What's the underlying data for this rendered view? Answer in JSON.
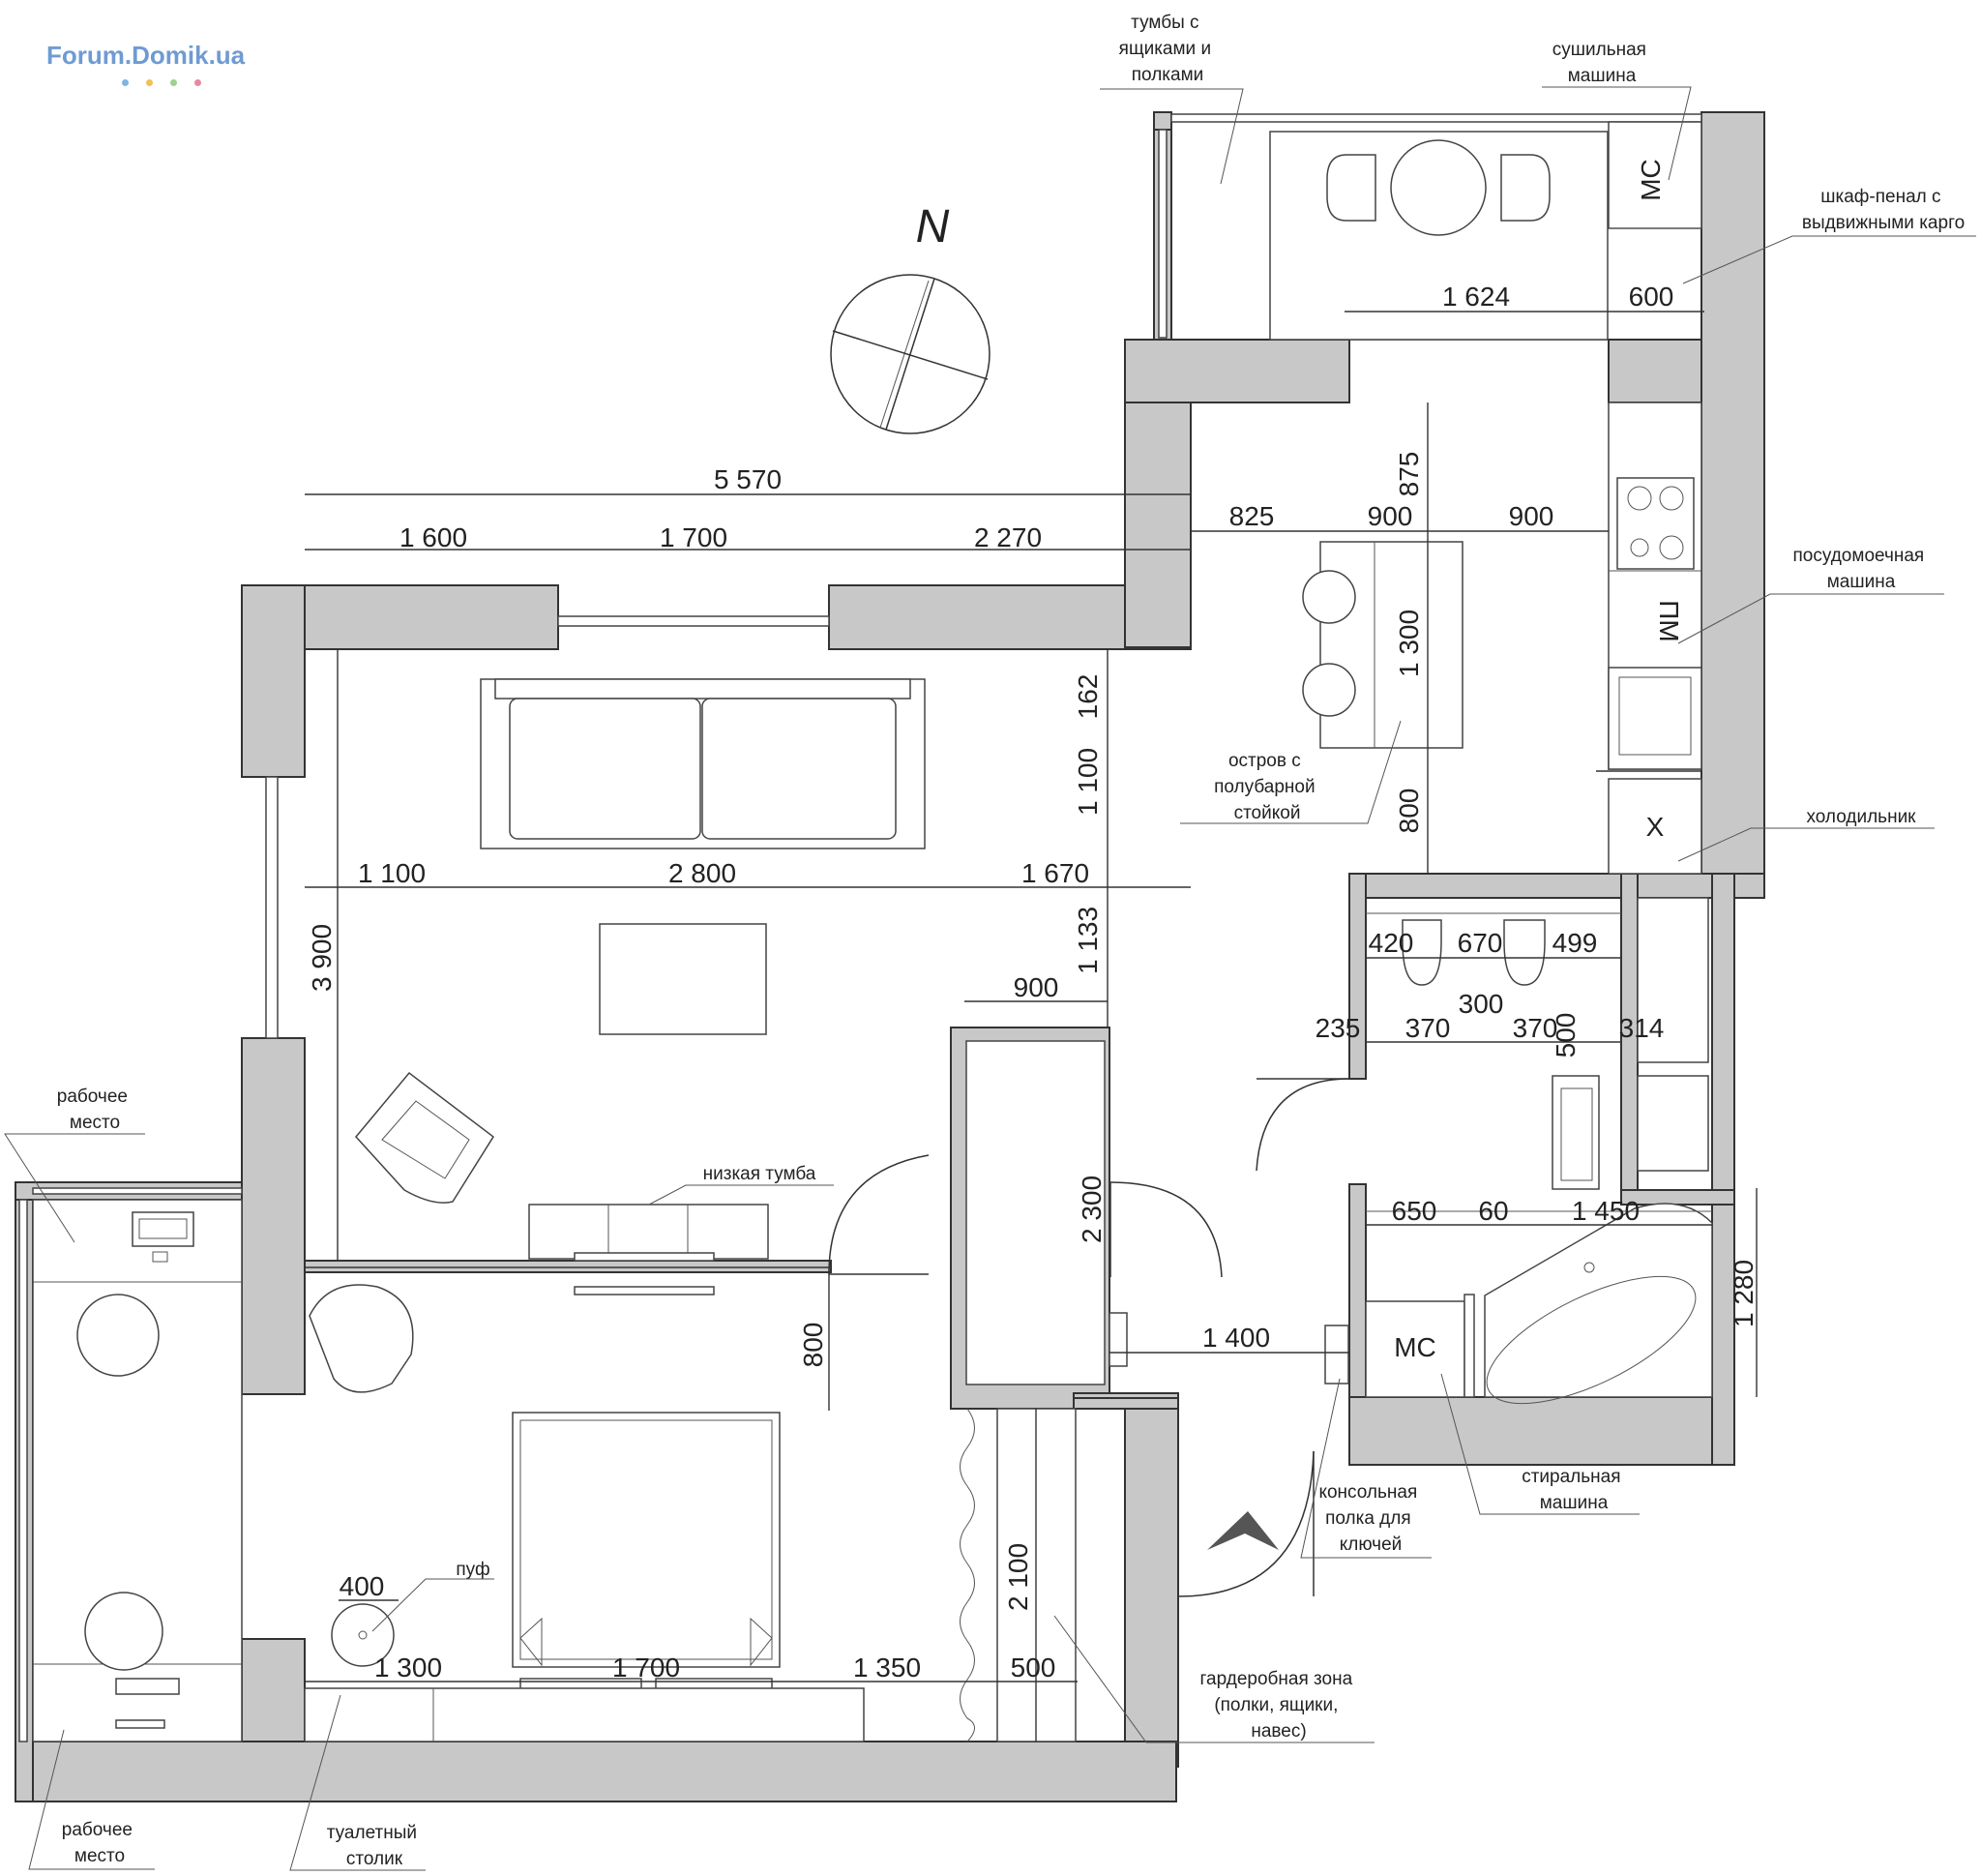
{
  "logo": {
    "text": "Forum.Domik.ua",
    "dot_colors": [
      "#7fb4e4",
      "#f2c14e",
      "#9bd28f",
      "#e58aa0"
    ]
  },
  "north_label": "N",
  "colors": {
    "wall": "#c8c8c8",
    "line": "#333333"
  },
  "dimensions": {
    "total_top": "5 570",
    "top_1": "1 600",
    "top_2": "1 700",
    "top_3": "2 270",
    "kitchen_1": "825",
    "kitchen_2": "900",
    "kitchen_3": "900",
    "kitchen_v1": "875",
    "island_len": "1 300",
    "island_gap": "800",
    "balcony_1": "1 624",
    "balcony_2": "600",
    "living_v1": "162",
    "living_v2": "1 100",
    "living_v3": "1 133",
    "living_h1": "1 100",
    "living_h2": "2 800",
    "living_h3": "1 670",
    "living_height": "3 900",
    "hall_900": "900",
    "hall_2300": "2 300",
    "hall_1400": "1 400",
    "bed_800": "800",
    "wardrobe_2100": "2 100",
    "bed_h1": "1 300",
    "bed_h2": "1 700",
    "bed_h3": "1 350",
    "bed_h4": "500",
    "pouf_400": "400",
    "wc_1": "420",
    "wc_2": "670",
    "wc_3": "499",
    "wc_4": "235",
    "wc_5": "370",
    "wc_6": "300",
    "wc_7": "370",
    "wc_8": "314",
    "wc_9": "500",
    "bath_1": "650",
    "bath_2": "60",
    "bath_3": "1 450",
    "bath_4": "1 280"
  },
  "symbols": {
    "mc_top": "МС",
    "pm": "ПМ",
    "fridge": "Х",
    "mc_bath": "МС"
  },
  "labels": {
    "drawers": [
      "тумбы с",
      "ящиками и",
      "полками"
    ],
    "dryer": [
      "сушильная",
      "машина"
    ],
    "pencil_case": [
      "шкаф-пенал с",
      "выдвижными карго"
    ],
    "dishwasher": [
      "посудомоечная",
      "машина"
    ],
    "island": [
      "остров с",
      "полубарной",
      "стойкой"
    ],
    "fridge": [
      "холодильник"
    ],
    "low_cabinet": [
      "низкая тумба"
    ],
    "workplace_top": [
      "рабочее",
      "место"
    ],
    "workplace_bottom": [
      "рабочее",
      "место"
    ],
    "pouf": [
      "пуф"
    ],
    "key_shelf": [
      "консольная",
      "полка для",
      "ключей"
    ],
    "washer": [
      "стиральная",
      "машина"
    ],
    "wardrobe": [
      "гардеробная зона",
      "(полки, ящики,",
      "навес)"
    ],
    "vanity": [
      "туалетный",
      "столик"
    ]
  }
}
